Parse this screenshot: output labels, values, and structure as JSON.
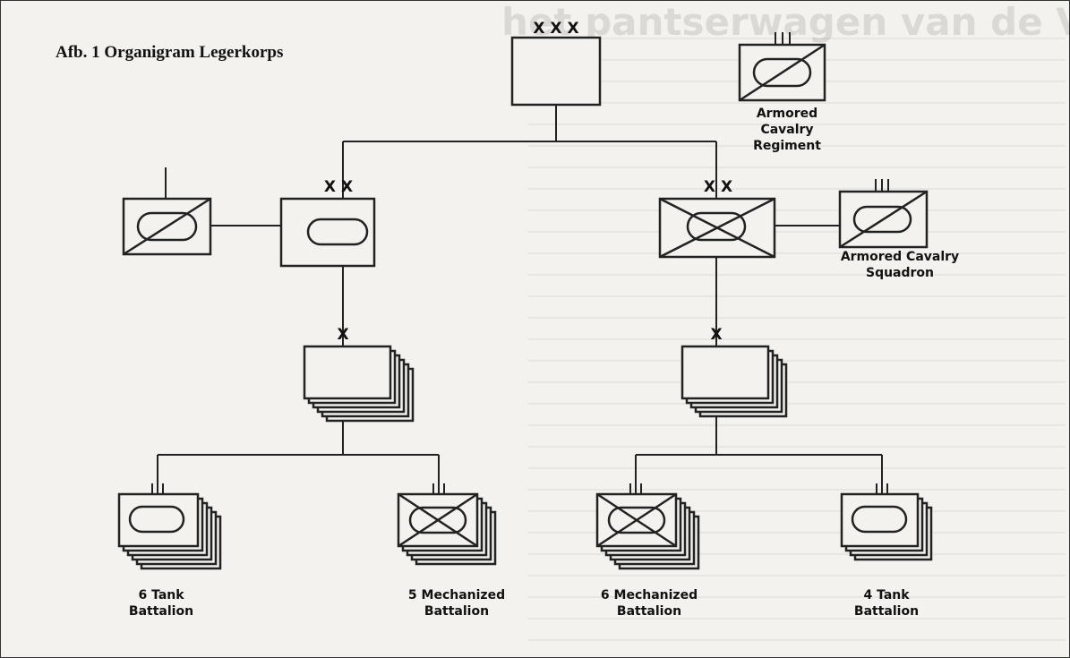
{
  "figure": {
    "title": "Afb. 1 Organigram Legerkorps",
    "background_heading": "het pantserwagen van de Verenigde Staten"
  },
  "echelons": {
    "corps": "X X X",
    "division_left": "X X",
    "division_right": "X X",
    "brigade_left": "X",
    "brigade_right": "X"
  },
  "units": {
    "armored_cavalry_regiment": "Armored Cavalry\nRegiment",
    "armored_cavalry_squadron": "Armored Cavalry\nSquadron",
    "tank_battalion_left": "6 Tank\nBattalion",
    "mech_battalion_left": "5 Mechanized\nBattalion",
    "mech_battalion_right": "6 Mechanized\nBattalion",
    "tank_battalion_right": "4 Tank\nBattalion"
  }
}
